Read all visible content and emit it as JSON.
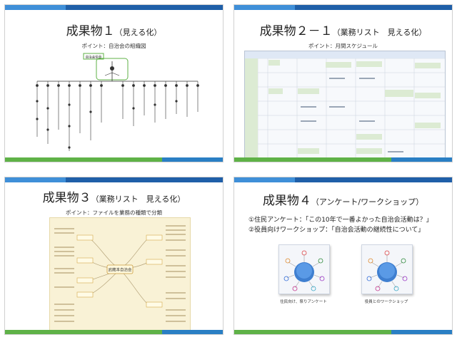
{
  "slides": [
    {
      "title_main": "成果物１",
      "title_sub": "（見える化）",
      "point": "ポイント：自治会の組織図",
      "org_top_label": "自治会役員"
    },
    {
      "title_main": "成果物２－１",
      "title_sub": "（業務リスト　見える化）",
      "point": "ポイント：月間スケジュール"
    },
    {
      "title_main": "成果物３",
      "title_sub": "（業務リスト　見える化）",
      "point": "ポイント：ファイルを業務の種類で分類",
      "mind_center": "武蔵本自治会"
    },
    {
      "title_main": "成果物４",
      "title_sub": "（アンケート/ワークショップ）",
      "line1": "①住民アンケート：「この10年で一番よかった自治会活動は？」",
      "line2": "②役員向けワークショップ：「自治会活動の継続性について」",
      "caption1": "住民向け、祭りアンケート",
      "caption2": "役員とのワークショップ"
    }
  ],
  "colors": {
    "top_bar": "#1f5fa8",
    "bottom_bar": "#5fb247",
    "accent_green": "#5fb247"
  }
}
